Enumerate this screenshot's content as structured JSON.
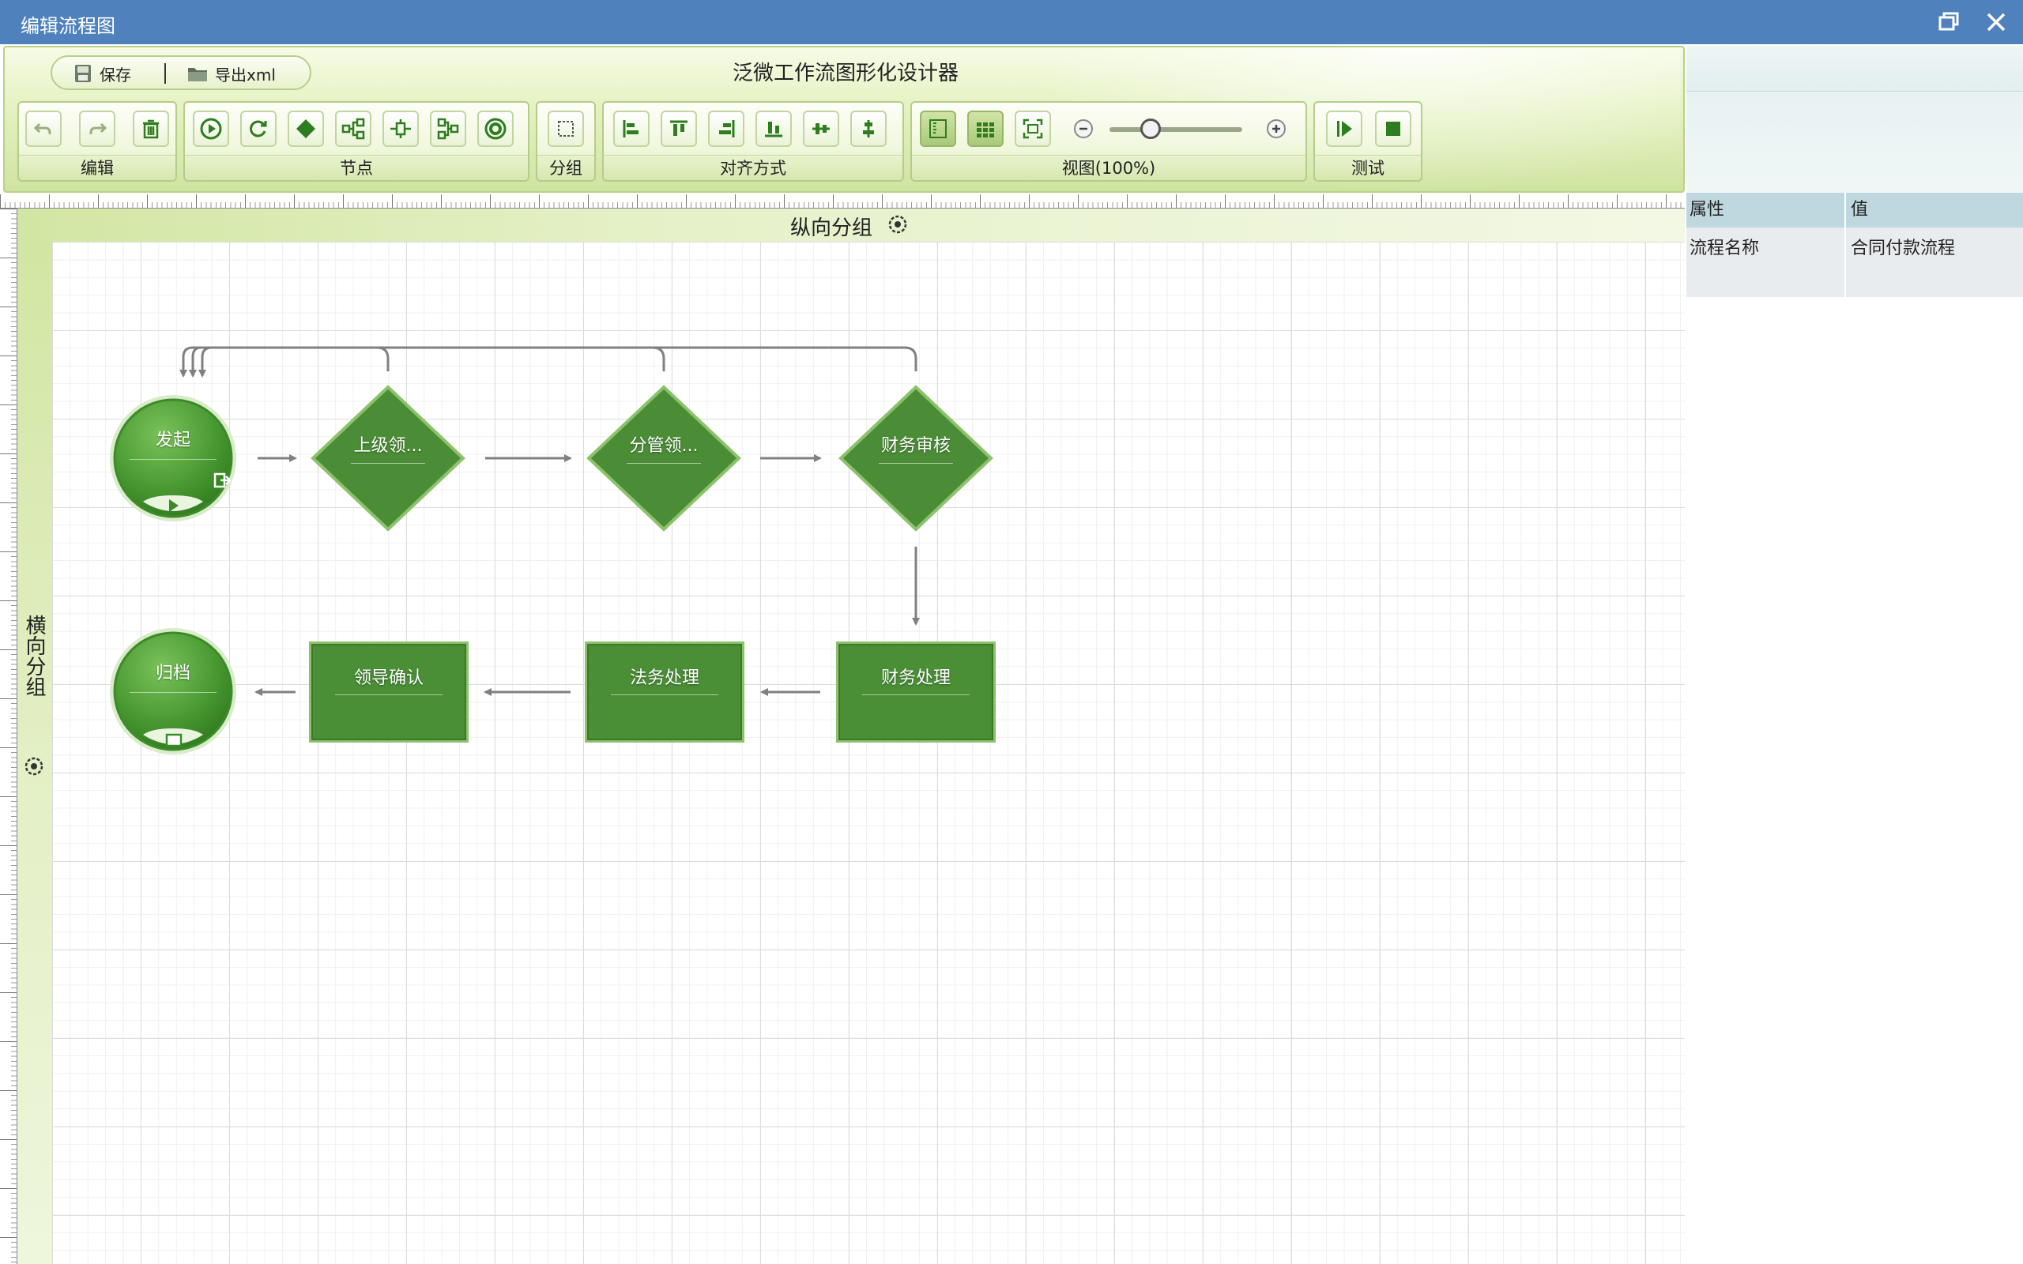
{
  "window": {
    "title": "编辑流程图"
  },
  "ribbon": {
    "app_title": "泛微工作流图形化设计器",
    "quick": {
      "save": "保存",
      "export": "导出xml"
    },
    "groups": {
      "edit": "编辑",
      "node": "节点",
      "group": "分组",
      "align": "对齐方式",
      "view": "视图(100%)",
      "test": "测试"
    }
  },
  "canvas": {
    "vertical_lane": "纵向分组",
    "horizontal_lane": "横向分组",
    "nodes": {
      "start": "发起",
      "superior": "上级领...",
      "division": "分管领...",
      "finance_review": "财务审核",
      "finance_process": "财务处理",
      "legal": "法务处理",
      "leader_confirm": "领导确认",
      "archive": "归档"
    }
  },
  "properties": {
    "title": "属性",
    "col_name": "属性",
    "col_value": "值",
    "rows": [
      {
        "name": "流程名称",
        "value": "合同付款流程"
      }
    ]
  },
  "colors": {
    "titlebar": "#4f81bd",
    "node_green": "#4a8e36",
    "ribbon_green": "#dbeab4"
  }
}
